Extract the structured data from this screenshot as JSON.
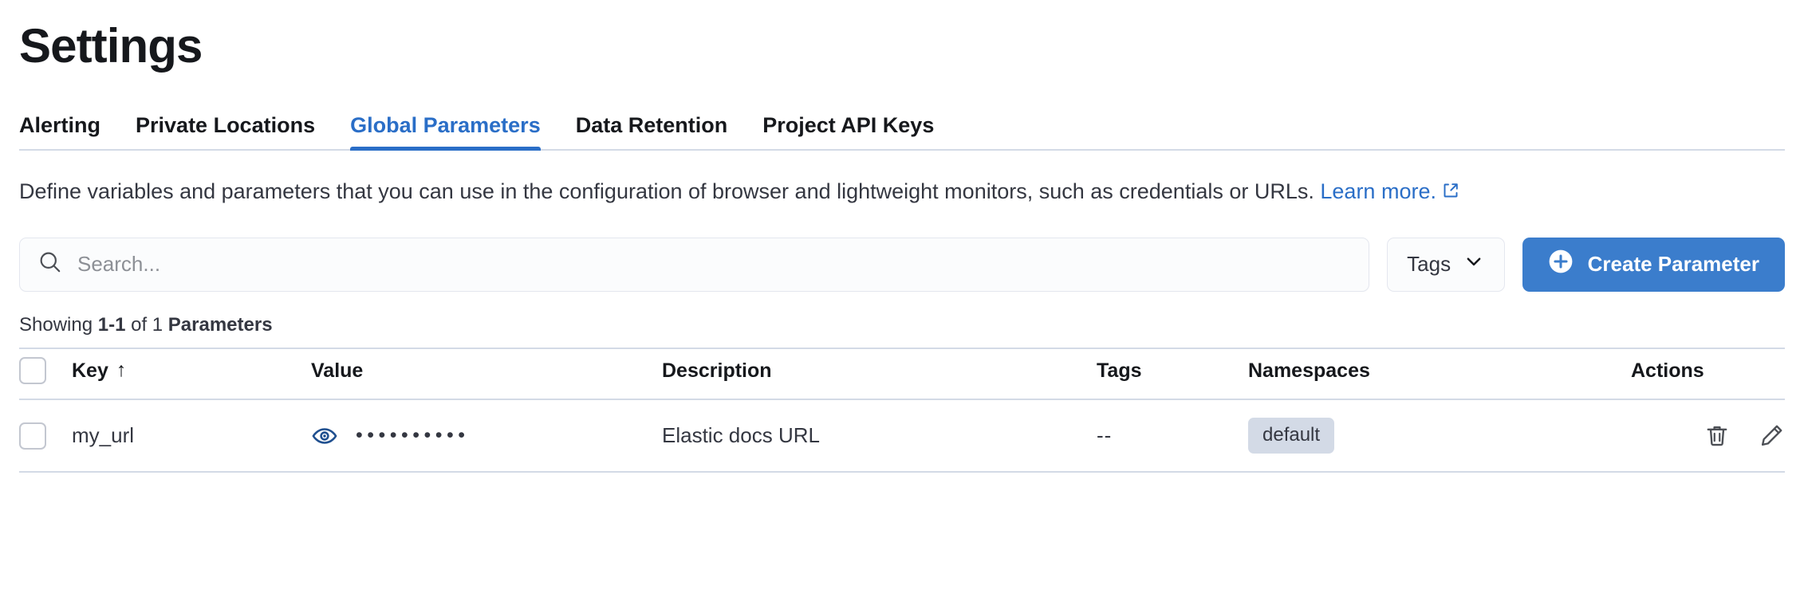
{
  "page": {
    "title": "Settings"
  },
  "tabs": [
    {
      "label": "Alerting",
      "active": false
    },
    {
      "label": "Private Locations",
      "active": false
    },
    {
      "label": "Global Parameters",
      "active": true
    },
    {
      "label": "Data Retention",
      "active": false
    },
    {
      "label": "Project API Keys",
      "active": false
    }
  ],
  "description": {
    "text": "Define variables and parameters that you can use in the configuration of browser and lightweight monitors, such as credentials or URLs.",
    "link_label": "Learn more.",
    "link_icon": "external-link-icon"
  },
  "controls": {
    "search": {
      "placeholder": "Search...",
      "value": "",
      "icon": "search-icon"
    },
    "tags_filter": {
      "label": "Tags",
      "icon": "chevron-down-icon"
    },
    "create_button": {
      "label": "Create Parameter",
      "icon": "plus-circle-icon"
    }
  },
  "results_summary": {
    "prefix": "Showing ",
    "range": "1-1",
    "middle": " of 1 ",
    "entity": "Parameters"
  },
  "table": {
    "columns": [
      {
        "key": "select",
        "label": ""
      },
      {
        "key": "key",
        "label": "Key",
        "sort": "asc",
        "sort_icon": "arrow-up-icon"
      },
      {
        "key": "value",
        "label": "Value"
      },
      {
        "key": "description",
        "label": "Description"
      },
      {
        "key": "tags",
        "label": "Tags"
      },
      {
        "key": "namespaces",
        "label": "Namespaces"
      },
      {
        "key": "actions",
        "label": "Actions"
      }
    ],
    "rows": [
      {
        "key": "my_url",
        "value_masked": "••••••••••",
        "value_toggle_icon": "eye-icon",
        "description": "Elastic docs URL",
        "tags": "--",
        "namespaces": "default",
        "actions": [
          "trash-icon",
          "pencil-icon"
        ]
      }
    ]
  },
  "colors": {
    "accent": "#2a6ec7",
    "primary_button": "#3b7dcc",
    "text": "#343741",
    "heading": "#16181c",
    "border": "#d3dae6",
    "badge_bg": "#d3dae6",
    "eye_icon": "#1f4f8f"
  }
}
